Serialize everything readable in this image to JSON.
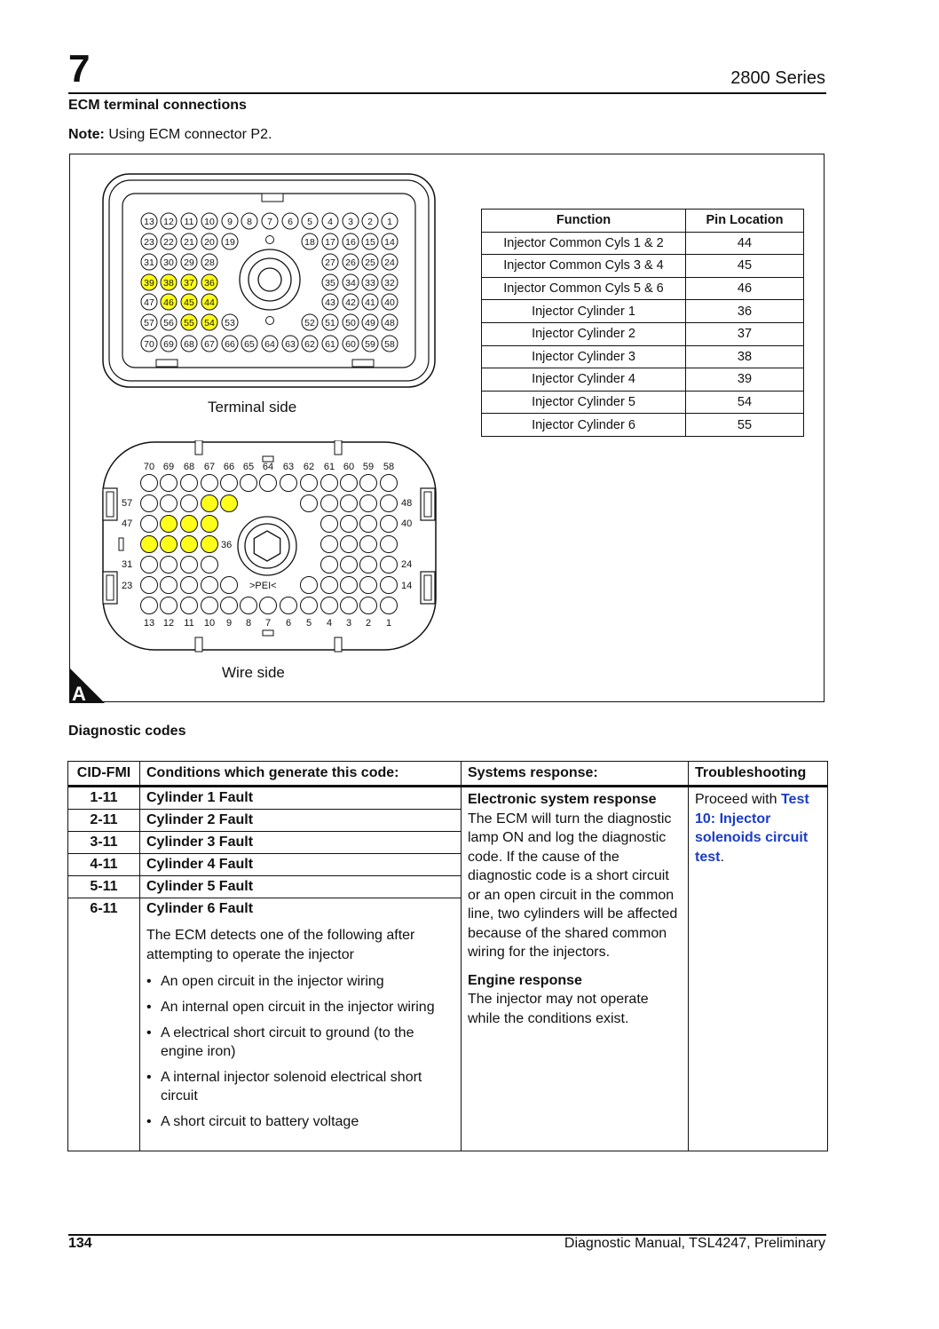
{
  "header": {
    "chapter": "7",
    "series": "2800 Series"
  },
  "section_title": "ECM terminal connections",
  "note": {
    "label": "Note:",
    "text": "Using ECM connector P2."
  },
  "figure": {
    "terminal_label": "Terminal side",
    "wire_label": "Wire side",
    "corner_letter": "A",
    "wire_text": ">PEI<",
    "highlight_color": "#ffff1a",
    "terminal_rows": [
      [
        "13",
        "12",
        "11",
        "10",
        "9",
        "8",
        "7",
        "6",
        "5",
        "4",
        "3",
        "2",
        "1"
      ],
      [
        "23",
        "22",
        "21",
        "20",
        "19",
        "18",
        "17",
        "16",
        "15",
        "14"
      ],
      [
        "31",
        "30",
        "29",
        "28",
        "27",
        "26",
        "25",
        "24"
      ],
      [
        "39",
        "38",
        "37",
        "36",
        "35",
        "34",
        "33",
        "32"
      ],
      [
        "47",
        "46",
        "45",
        "44",
        "43",
        "42",
        "41",
        "40"
      ],
      [
        "57",
        "56",
        "55",
        "54",
        "53",
        "52",
        "51",
        "50",
        "49",
        "48"
      ],
      [
        "70",
        "69",
        "68",
        "67",
        "66",
        "65",
        "64",
        "63",
        "62",
        "61",
        "60",
        "59",
        "58"
      ]
    ],
    "highlighted_pins": [
      "39",
      "38",
      "37",
      "36",
      "46",
      "45",
      "44",
      "55",
      "54"
    ],
    "wire_top_numbers": [
      "70",
      "69",
      "68",
      "67",
      "66",
      "65",
      "64",
      "63",
      "62",
      "61",
      "60",
      "59",
      "58"
    ],
    "wire_bottom_numbers": [
      "13",
      "12",
      "11",
      "10",
      "9",
      "8",
      "7",
      "6",
      "5",
      "4",
      "3",
      "2",
      "1"
    ],
    "wire_left_numbers": [
      "57",
      "47",
      "31",
      "23"
    ],
    "wire_right_numbers": [
      "48",
      "40",
      "24",
      "14"
    ],
    "wire_inner_number": "36"
  },
  "pin_table": {
    "headers": [
      "Function",
      "Pin Location"
    ],
    "rows": [
      [
        "Injector Common Cyls 1 & 2",
        "44"
      ],
      [
        "Injector Common Cyls 3 & 4",
        "45"
      ],
      [
        "Injector Common Cyls 5 & 6",
        "46"
      ],
      [
        "Injector Cylinder 1",
        "36"
      ],
      [
        "Injector Cylinder 2",
        "37"
      ],
      [
        "Injector Cylinder 3",
        "38"
      ],
      [
        "Injector Cylinder 4",
        "39"
      ],
      [
        "Injector Cylinder 5",
        "54"
      ],
      [
        "Injector Cylinder 6",
        "55"
      ]
    ]
  },
  "diag_title": "Diagnostic codes",
  "diag_table": {
    "headers": [
      "CID-FMI",
      "Conditions which generate this code:",
      "Systems response:",
      "Troubleshooting"
    ],
    "codes": [
      [
        "1-11",
        "Cylinder 1 Fault"
      ],
      [
        "2-11",
        "Cylinder 2 Fault"
      ],
      [
        "3-11",
        "Cylinder 3 Fault"
      ],
      [
        "4-11",
        "Cylinder 4 Fault"
      ],
      [
        "5-11",
        "Cylinder 5 Fault"
      ],
      [
        "6-11",
        "Cylinder 6 Fault"
      ]
    ],
    "description": "The ECM detects one of the following after attempting to operate the injector",
    "bullets": [
      "An open circuit in the injector wiring",
      "An internal open circuit in the injector wiring",
      "A electrical short circuit to ground (to the engine iron)",
      "A internal injector solenoid electrical short circuit",
      "A short circuit to battery voltage"
    ],
    "system_response": {
      "electronic_heading": "Electronic system response",
      "electronic_text": "The ECM will turn the diagnostic lamp ON and log the diagnostic code. If the cause of the diagnostic code is a short circuit or an open circuit in the common line, two cylinders will be affected because of the shared common wiring for the injectors.",
      "engine_heading": "Engine response",
      "engine_text": "The injector may not operate while the conditions exist."
    },
    "troubleshooting": {
      "prefix": "Proceed with",
      "link": "Test 10: Injector solenoids circuit test",
      "suffix": "."
    }
  },
  "footer": {
    "page_number": "134",
    "manual": "Diagnostic Manual, TSL4247, Preliminary"
  }
}
